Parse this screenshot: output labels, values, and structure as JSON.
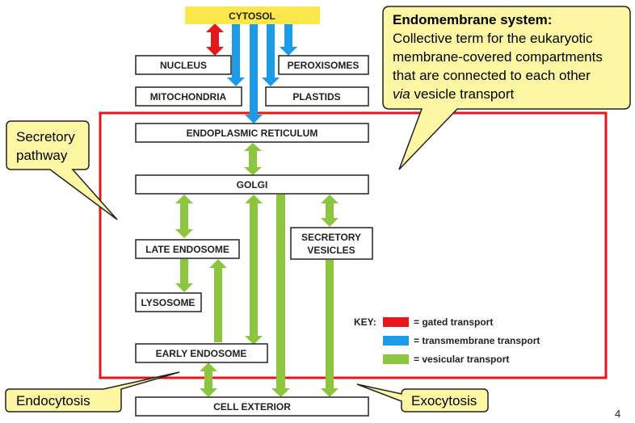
{
  "title_callout": {
    "heading": "Endomembrane system:",
    "line1": "Collective term for the eukaryotic",
    "line2": "membrane-covered compartments",
    "line3": "that are connected to each other",
    "line4_italic": "via",
    "line4_rest": " vesicle transport"
  },
  "callouts": {
    "secretory_line1": "Secretory",
    "secretory_line2": "pathway",
    "endocytosis": "Endocytosis",
    "exocytosis": "Exocytosis"
  },
  "compartments": {
    "cytosol": "CYTOSOL",
    "nucleus": "NUCLEUS",
    "peroxisomes": "PEROXISOMES",
    "mitochondria": "MITOCHONDRIA",
    "plastids": "PLASTIDS",
    "er": "ENDOPLASMIC RETICULUM",
    "golgi": "GOLGI",
    "late_endosome": "LATE ENDOSOME",
    "secretory_line1": "SECRETORY",
    "secretory_line2": "VESICLES",
    "lysosome": "LYSOSOME",
    "early_endosome": "EARLY ENDOSOME",
    "cell_exterior": "CELL EXTERIOR"
  },
  "key": {
    "label": "KEY:",
    "gated": "= gated transport",
    "transmembrane": "= transmembrane transport",
    "vesicular": "= vesicular transport"
  },
  "colors": {
    "gated": "#e8161b",
    "transmembrane": "#1c9be8",
    "vesicular": "#8cc63f",
    "cytosol_fill": "#fbe64b",
    "callout_fill": "#fdf6a3",
    "frame": "#e8161b"
  },
  "page_number": "4"
}
